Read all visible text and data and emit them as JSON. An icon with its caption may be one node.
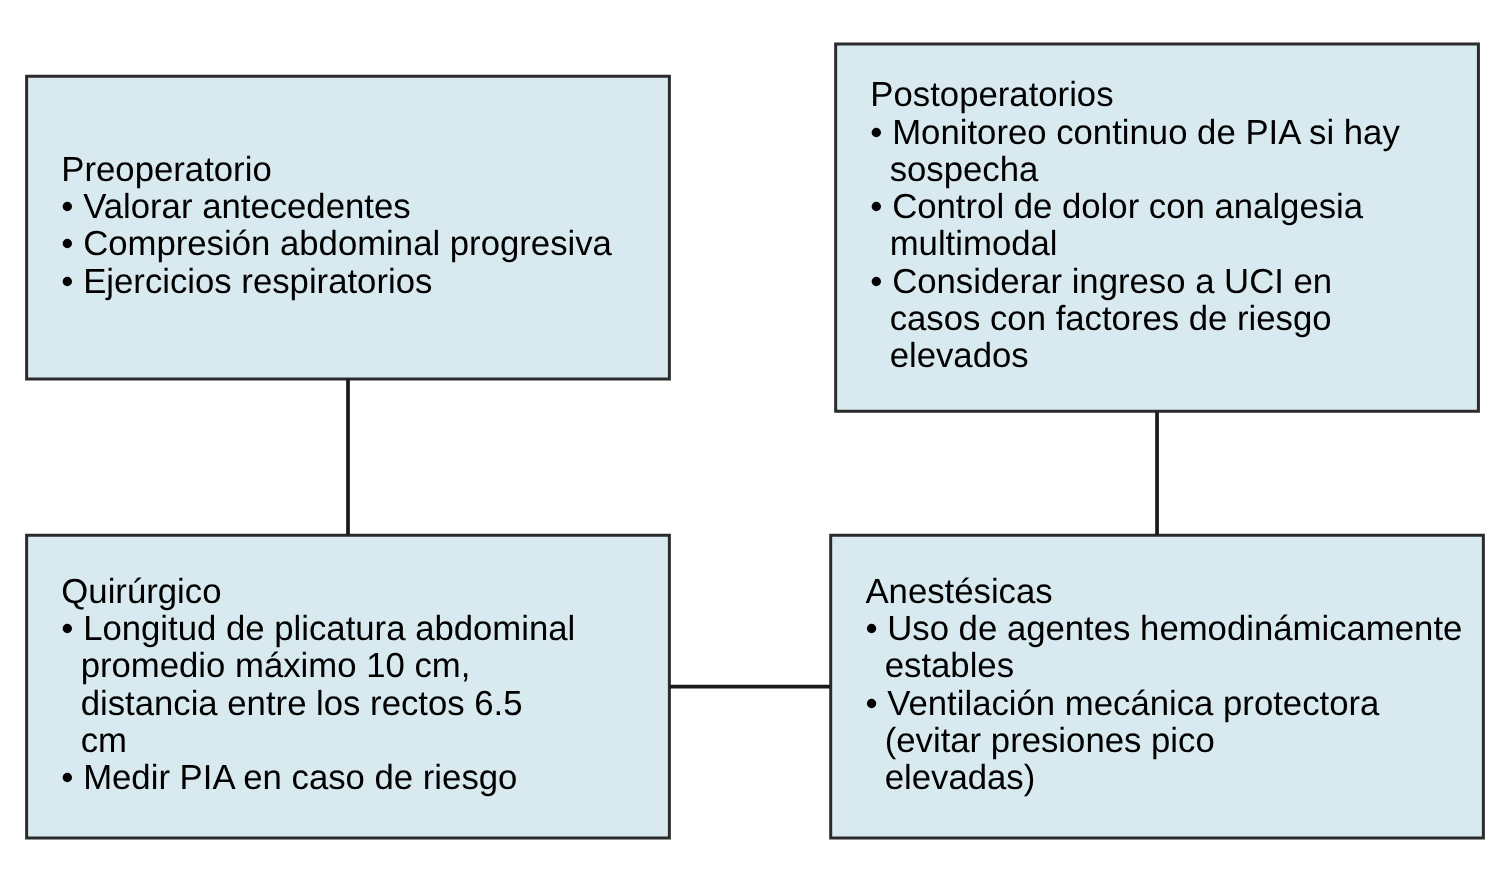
{
  "diagram": {
    "nodes": [
      {
        "text": [
          "Preoperatorio",
          "• Valorar antecedentes",
          "• Compresión abdominal progresiva",
          "• Ejercicios respiratorios"
        ]
      },
      {
        "text": [
          "Postoperatorios",
          "• Monitoreo continuo de PIA si hay sospecha",
          "• Control de dolor con analgesia multimodal",
          "• Considerar ingreso a UCI en casos con factores de riesgo elevados"
        ]
      },
      {
        "text": [
          "Quirúrgico",
          "• Longitud de plicatura abdominal promedio máximo 10 cm, distancia entre los rectos 6.5 cm",
          "• Medir PIA en caso de riesgo"
        ]
      },
      {
        "text": [
          "Anestésicas",
          "• Uso de agentes hemodinámicamente estables",
          "• Ventilación mecánica protectora (evitar presiones pico elevadas)"
        ]
      }
    ],
    "edges": [
      {
        "from": 0,
        "to": 2,
        "arrow": "none"
      },
      {
        "from": 2,
        "to": 3,
        "arrow": "none"
      },
      {
        "from": 1,
        "to": 3,
        "arrow": "none"
      }
    ]
  }
}
